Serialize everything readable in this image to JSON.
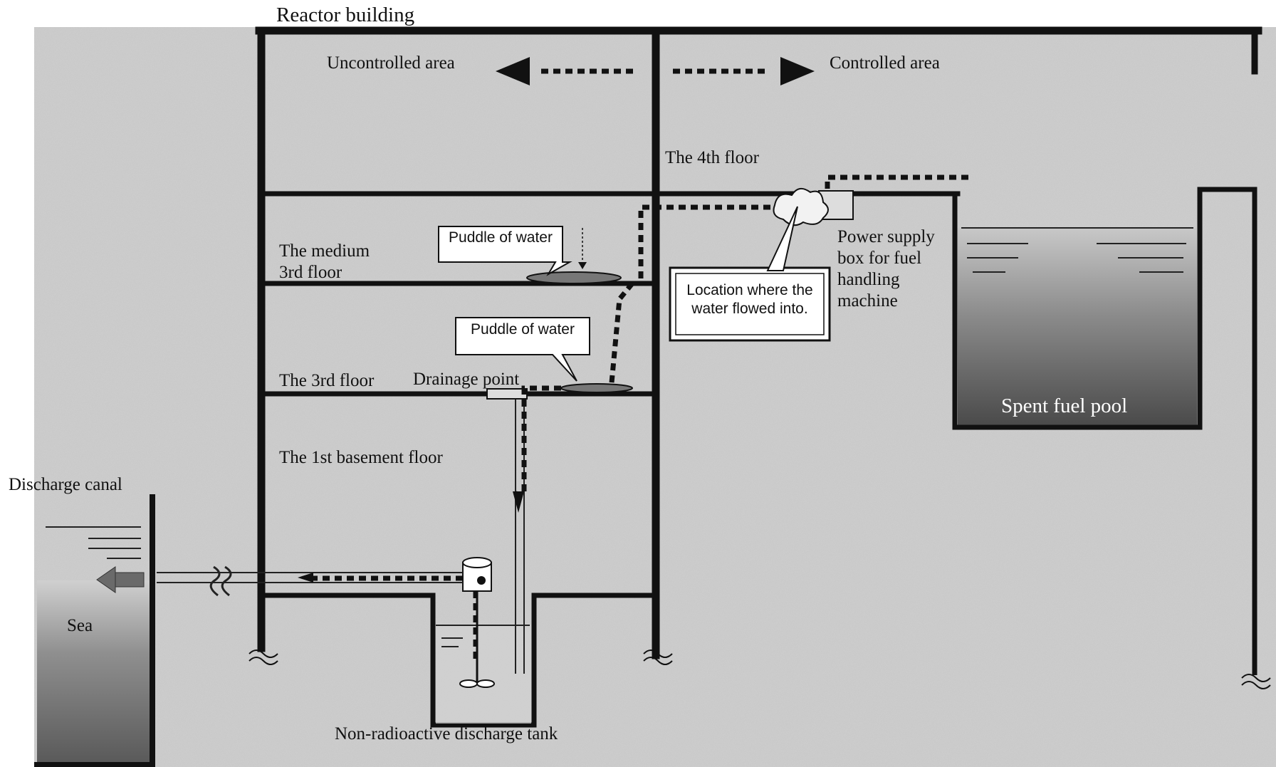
{
  "title": "Reactor building",
  "zones": {
    "uncontrolled": "Uncontrolled area",
    "controlled": "Controlled area"
  },
  "floors": {
    "fourth": "The 4th floor",
    "medium_third_line1": "The medium",
    "medium_third_line2": "3rd floor",
    "third": "The 3rd floor",
    "basement": "The 1st basement floor"
  },
  "callouts": {
    "puddle_upper": "Puddle of water",
    "puddle_lower": "Puddle of water",
    "inflow_line1": "Location where the",
    "inflow_line2": "water flowed into."
  },
  "labels": {
    "drainage_point": "Drainage point",
    "power_box_line1": "Power supply",
    "power_box_line2": "box for fuel",
    "power_box_line3": "handling",
    "power_box_line4": "machine",
    "spent_fuel_pool": "Spent fuel pool",
    "discharge_canal": "Discharge canal",
    "sea": "Sea",
    "discharge_tank": "Non-radioactive discharge tank"
  },
  "colors": {
    "background_speckle": "#bdbdbd",
    "wall": "#111111",
    "water_path": "#111111",
    "water_body": "#707070"
  }
}
